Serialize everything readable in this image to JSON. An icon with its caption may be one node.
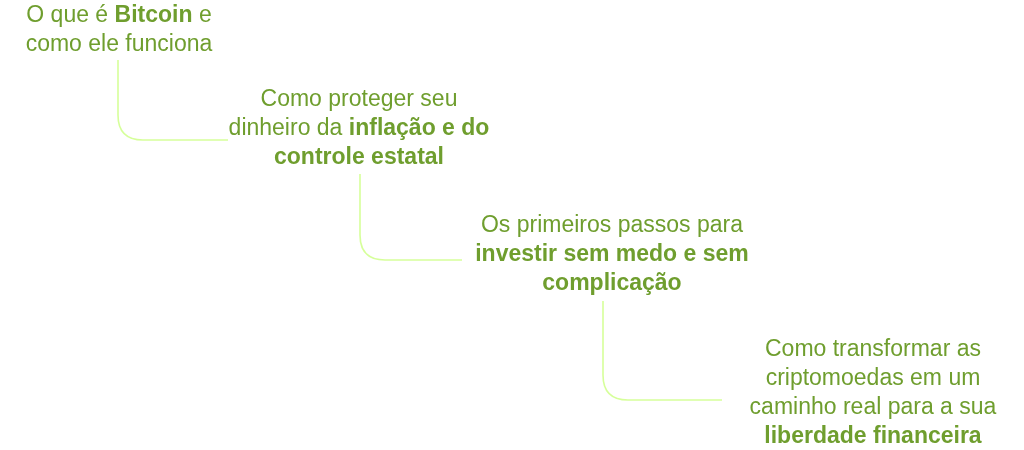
{
  "diagram": {
    "nodes": [
      {
        "text": [
          "O que é **Bitcoin** e como ele funciona"
        ]
      },
      {
        "text": [
          "Como proteger seu dinheiro da **inflação e do controle estatal**"
        ]
      },
      {
        "text": [
          "Os primeiros passos para **investir sem medo e sem complicação**"
        ]
      },
      {
        "text": [
          "Como transformar as criptomoedas em um caminho real para a sua **liberdade financeira**"
        ]
      }
    ],
    "edges": [
      {
        "from": 0,
        "to": 1,
        "arrow": "none"
      },
      {
        "from": 1,
        "to": 2,
        "arrow": "none"
      },
      {
        "from": 2,
        "to": 3,
        "arrow": "none"
      }
    ]
  }
}
